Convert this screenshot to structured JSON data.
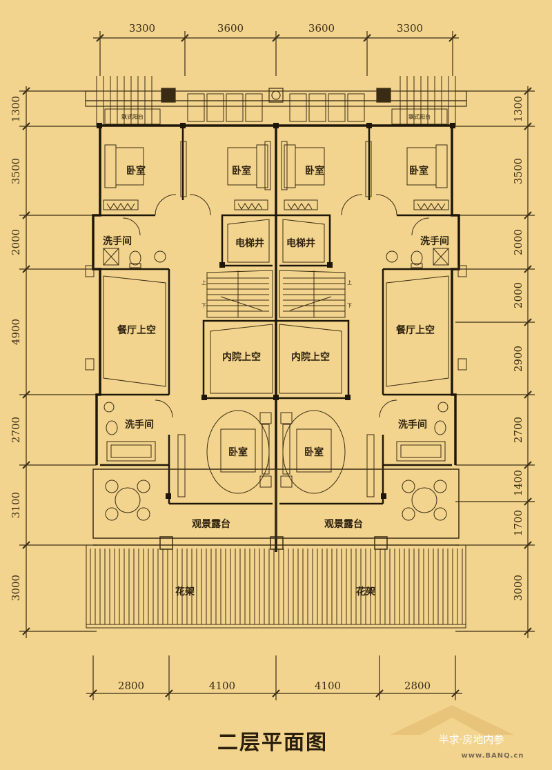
{
  "dims": {
    "top": [
      "3300",
      "3600",
      "3600",
      "3300"
    ],
    "bottom": [
      "2800",
      "4100",
      "4100",
      "2800"
    ],
    "left": [
      "1300",
      "3500",
      "2000",
      "4900",
      "2700",
      "3100",
      "3000"
    ],
    "right": [
      "1300",
      "3500",
      "2000",
      "2000",
      "2900",
      "2700",
      "1400",
      "1700",
      "3000"
    ]
  },
  "rooms": {
    "bedroom": "卧室",
    "washroom": "洗手间",
    "elevator": "电梯井",
    "dining_void": "餐厅上空",
    "courtyard_void": "内院上空",
    "terrace": "观景露台",
    "pergola": "花架",
    "bay_window": "飘式阳台"
  },
  "stairs": {
    "up": "上",
    "down": "下"
  },
  "title": "二层平面图",
  "watermark": {
    "text": "半求·房地内参",
    "url": "www.BANQ.cn"
  },
  "colors": {
    "background": "#f2d48e",
    "line": "#3a2c14",
    "wall": "#1e1608"
  }
}
